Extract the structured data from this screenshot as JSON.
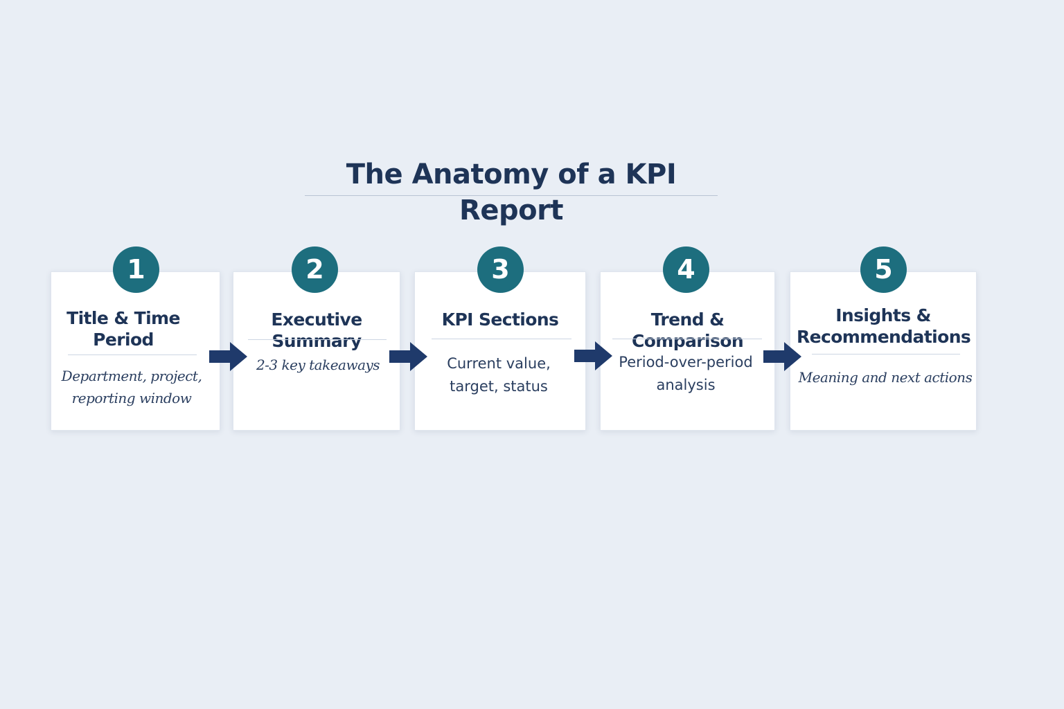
{
  "title": "The Anatomy of a KPI Report",
  "steps": [
    {
      "number": "1",
      "title": "Title & Time Period",
      "description": "Department, project, reporting window"
    },
    {
      "number": "2",
      "title": "Executive Summary",
      "description": "2-3 key takeaways"
    },
    {
      "number": "3",
      "title": "KPI Sections",
      "description": "Current value, target, status"
    },
    {
      "number": "4",
      "title": "Trend & Comparison",
      "description": "Period-over-period analysis"
    },
    {
      "number": "5",
      "title": "Insights & Recommendations",
      "description": "Meaning and next actions"
    }
  ],
  "colors": {
    "background": "#e9eef5",
    "badge": "#1d6e7e",
    "arrow": "#1f3a6b",
    "title_text": "#1e3457"
  }
}
